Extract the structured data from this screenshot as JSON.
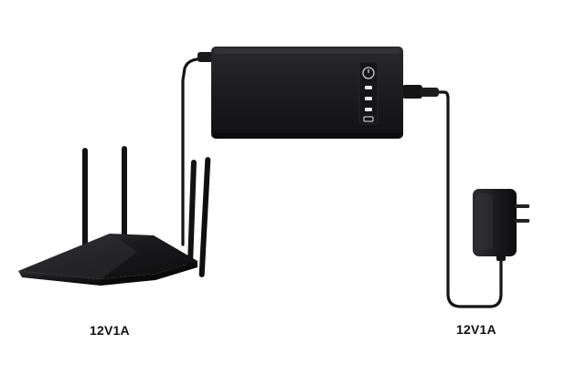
{
  "labels": {
    "router_power_spec": "12V1A",
    "adapter_power_spec": "12V1A"
  },
  "colors": {
    "background": "#ffffff",
    "device_body": "#1d1d1f",
    "cable": "#141414",
    "label_text": "#111111"
  },
  "devices": {
    "router_antenna_count": 4,
    "ups_indicator_count": 4
  }
}
